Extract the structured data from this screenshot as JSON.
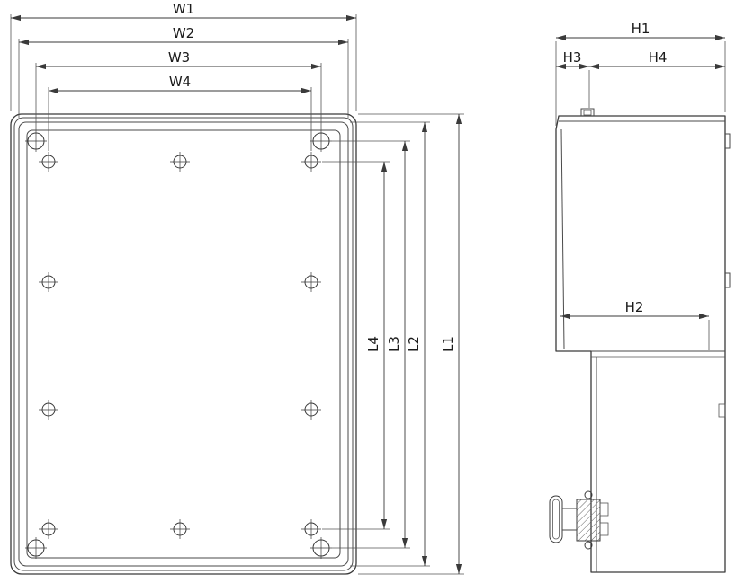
{
  "dims": {
    "w1": "W1",
    "w2": "W2",
    "w3": "W3",
    "w4": "W4",
    "l1": "L1",
    "l2": "L2",
    "l3": "L3",
    "l4": "L4",
    "h1": "H1",
    "h2": "H2",
    "h3": "H3",
    "h4": "H4"
  },
  "colors": {
    "line": "#3a3a3a",
    "dimension": "#3a3a3a",
    "text": "#1b1b1b",
    "background": "#ffffff"
  }
}
